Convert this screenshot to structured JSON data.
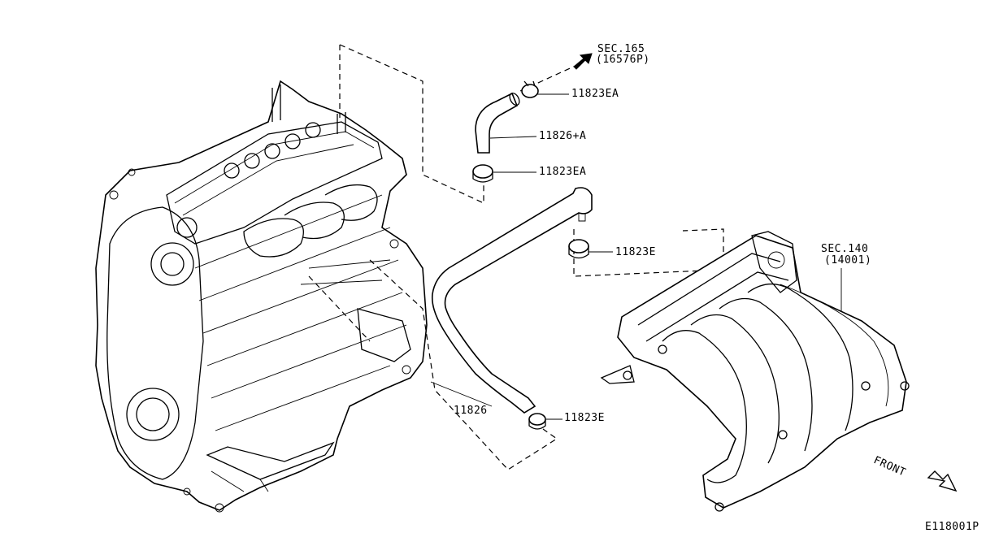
{
  "callouts": {
    "sec165": "SEC.165",
    "sec165_sub": "(16576P)",
    "clamp_top": "11823EA",
    "hose_upper": "11826+A",
    "clamp_mid": "11823EA",
    "clamp_right": "11823E",
    "hose_main": "11826",
    "clamp_bottom": "11823E",
    "sec140": "SEC.140",
    "sec140_sub": "(14001)",
    "front": "FRONT"
  },
  "figure_id": "E118001P",
  "icons": {
    "flow_arrow": "arrow-upright-icon",
    "front_arrow": "arrow-downright-icon"
  }
}
